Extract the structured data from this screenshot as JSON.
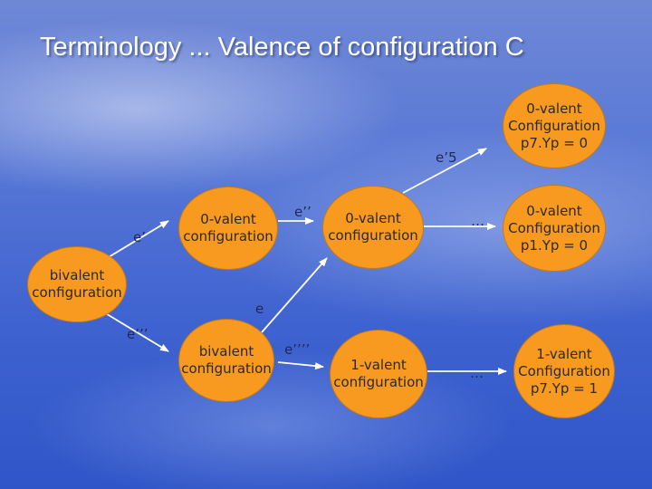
{
  "title": "Terminology ... Valence of configuration C",
  "nodes": {
    "bivalent_root": "bivalent\nconfiguration",
    "zero_valent_mid": "0-valent\nconfiguration",
    "bivalent_mid": "bivalent\nconfiguration",
    "zero_valent_second": "0-valent\nconfiguration",
    "one_valent_second": "1-valent\nconfiguration",
    "zero_valent_p7_top": "0-valent\nConfiguration\np7.Yp = 0",
    "zero_valent_p1": "0-valent\nConfiguration\np1.Yp = 0",
    "one_valent_p7": "1-valent\nConfiguration\np7.Yp = 1"
  },
  "edge_labels": {
    "e_prime": "e’",
    "e_triple_prime": "e’’’",
    "e_double_prime": "e’’",
    "e_plain": "e",
    "e_quad_prime": "e’’’’",
    "e_prime_5": "e’5",
    "ellipsis_top": "…",
    "ellipsis_bottom": "…"
  },
  "colors": {
    "node_fill": "#f79a1f",
    "edge": "#ffffff",
    "label": "#1f2a55"
  }
}
